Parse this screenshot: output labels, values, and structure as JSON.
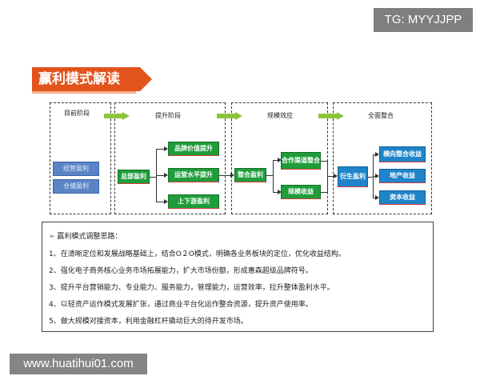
{
  "watermark_top": "TG: MYYJJPP",
  "watermark_bottom": "www.huatihui01.com",
  "title": "赢利模式解读",
  "stages": {
    "current": "目前阶段",
    "upgrade": "提升阶段",
    "scale": "规模效应",
    "integration": "全面整合"
  },
  "current_boxes": [
    "经营盈利",
    "仓储盈利"
  ],
  "total_profit": "总部盈利",
  "upgrade_items": [
    "品牌价值提升",
    "运营水平提升",
    "上下游盈利"
  ],
  "integrate_profit": "整合盈利",
  "scale_items": [
    "合作渠道整合",
    "规模收益"
  ],
  "derived_profit": "衍生盈利",
  "final_items": [
    "横向整合收益",
    "地产收益",
    "资本收益"
  ],
  "notes": {
    "heading": "赢利模式调整思路：",
    "items": [
      "1、在清晰定位和发展战略基础上，结合O２O模式，明确各业务板块的定位，优化收益结构。",
      "2、强化电子商务核心业务市场拓展能力，扩大市场份额，形成惠森超级品牌符号。",
      "3、提升平台营销能力、专业能力、服务能力，管理能力，运营效率，拉升整体盈利水平。",
      "4、以轻资产运作模式发展扩张，通过商业平台化运作整合资源，提升资产使用率。",
      "5、做大规模对接资本，利用金融杠杆撬动巨大的待开发市场。"
    ]
  },
  "colors": {
    "banner": "#e2541c",
    "green": "#1f9d3b",
    "blue": "#1f84c9",
    "arrow": "#8dc43b"
  }
}
